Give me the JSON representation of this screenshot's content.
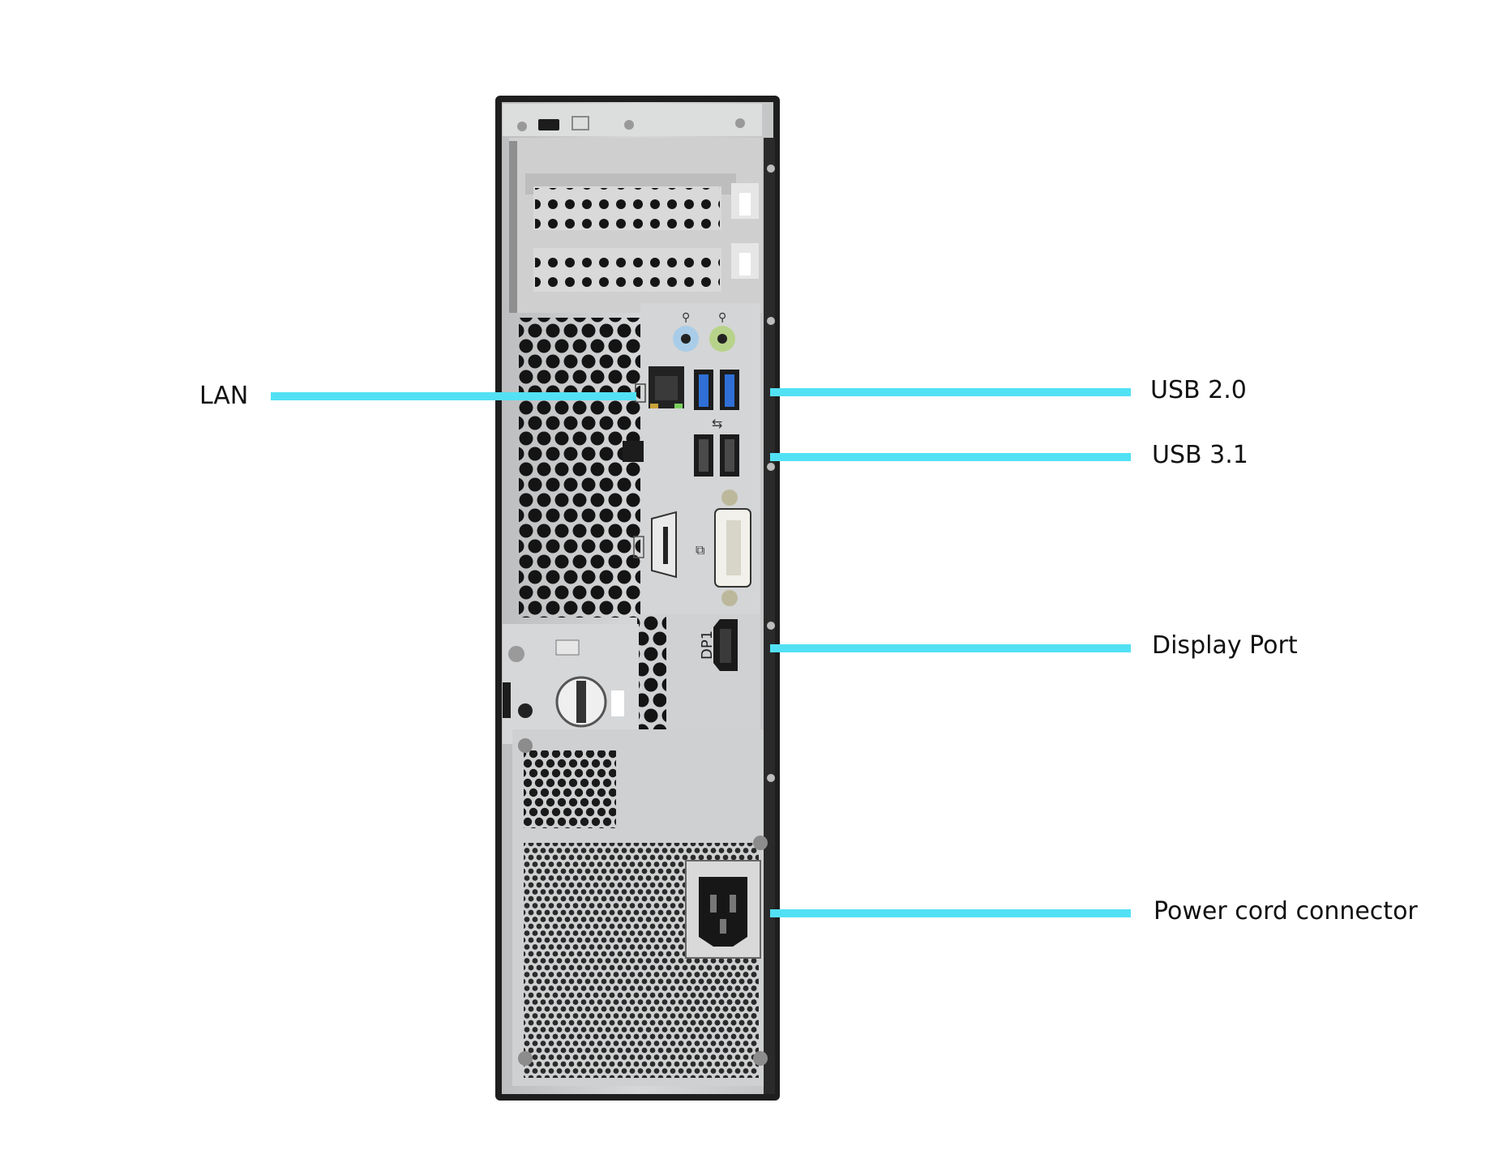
{
  "colors": {
    "leader": "#52e1f4",
    "case_frame": "#1e1e1e",
    "panel": "#c9cacb",
    "panel_light": "#dcdddd",
    "hole": "#161616",
    "usb3_blue": "#2f6fd6",
    "audio_blue": "#a9cde8",
    "audio_green": "#b7d38a",
    "ps2_mouse": "#2f9a5a",
    "ps2_keyboard": "#8a63b5",
    "dvi_white": "#f1f0ea"
  },
  "callouts": {
    "lan": {
      "label": "LAN"
    },
    "usb20": {
      "label": "USB 2.0"
    },
    "usb31": {
      "label": "USB 3.1"
    },
    "displayport": {
      "label": "Display Port"
    },
    "power": {
      "label": "Power cord connector"
    }
  },
  "panel_markings": {
    "dp_label": "DP1"
  },
  "icons": [
    "lan-port-icon",
    "usb-port-icon",
    "dvi-port-icon",
    "vga-cover-icon",
    "displayport-icon",
    "audio-in-jack-icon",
    "audio-out-jack-icon",
    "ps2-mouse-port-icon",
    "ps2-keyboard-port-icon",
    "power-socket-icon",
    "lock-slot-icon",
    "screw-icon",
    "fan-grille-icon"
  ]
}
